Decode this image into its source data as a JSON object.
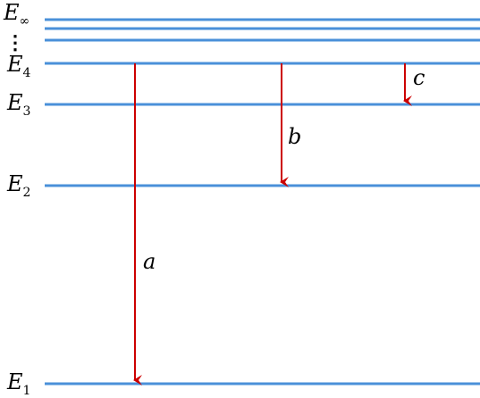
{
  "colors": {
    "level_line": "#4a90d9",
    "transition_arrow": "#cc0000",
    "label_text": "#000000"
  },
  "levels": [
    {
      "id": "E1",
      "symbol": "E",
      "subscript": "1"
    },
    {
      "id": "E2",
      "symbol": "E",
      "subscript": "2"
    },
    {
      "id": "E3",
      "symbol": "E",
      "subscript": "3"
    },
    {
      "id": "E4",
      "symbol": "E",
      "subscript": "4"
    },
    {
      "id": "Einf",
      "symbol": "E",
      "subscript": "∞"
    }
  ],
  "ellipsis": "⋮",
  "transitions": [
    {
      "label": "a",
      "from": "E4",
      "to": "E1"
    },
    {
      "label": "b",
      "from": "E4",
      "to": "E2"
    },
    {
      "label": "c",
      "from": "E4",
      "to": "E3"
    }
  ]
}
